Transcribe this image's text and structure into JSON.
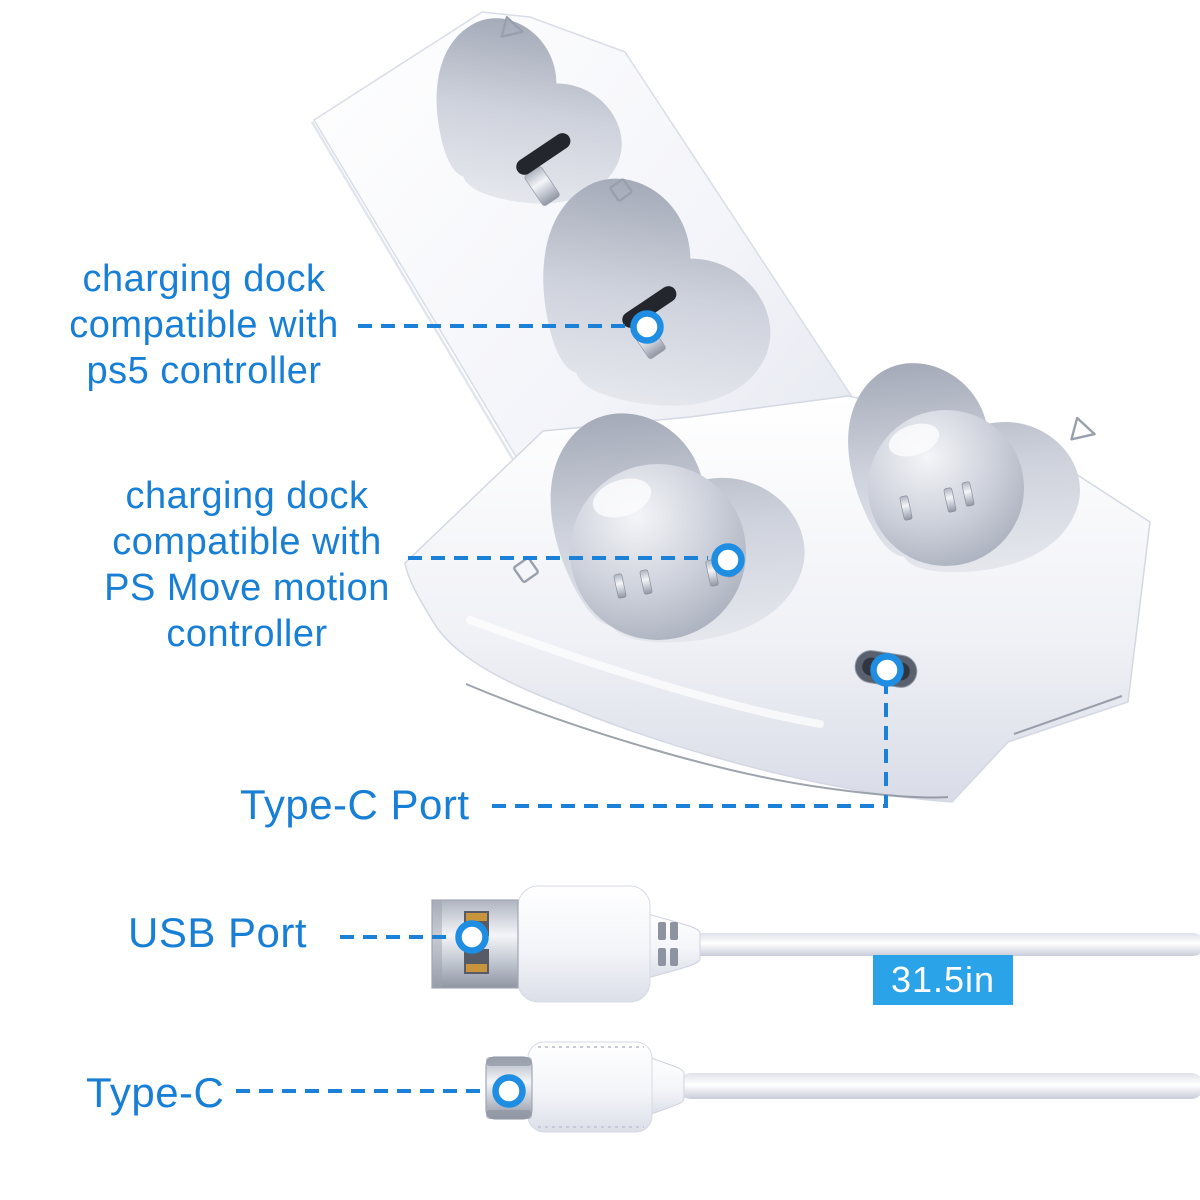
{
  "colors": {
    "label_blue": "#187fd6",
    "dash_blue": "#1a80d8",
    "marker_ring_blue": "#1f8ee2",
    "badge_blue": "#2aa3e9",
    "product_white": "#ffffff",
    "product_shadow_gray": "#dcdfe9",
    "bowl_gray": "#b8bdc9"
  },
  "callouts": {
    "ps5_dock": {
      "text": "charging dock\ncompatible with\nps5 controller"
    },
    "move_dock": {
      "text": "charging dock\ncompatible with\nPS Move motion\ncontroller"
    },
    "type_c_port": {
      "text": "Type-C Port"
    },
    "usb_port": {
      "text": "USB Port"
    },
    "type_c_connector": {
      "text": "Type-C"
    }
  },
  "badge": {
    "cable_length": "31.5in"
  },
  "icons": {
    "triangle_symbol": "△",
    "square_symbol": "▢",
    "callout_marker": "●"
  }
}
